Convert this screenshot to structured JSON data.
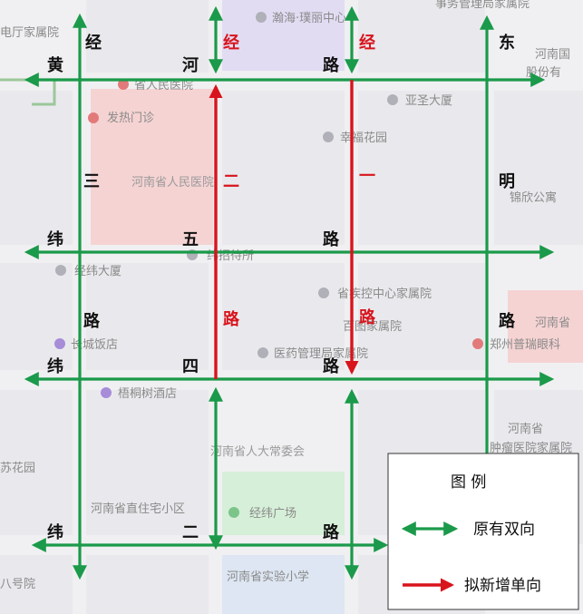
{
  "colors": {
    "two_way": "#1a9a4a",
    "new_one_way": "#d8141c",
    "label_black": "#111111",
    "label_red": "#d8141c",
    "block_red": "#f6d3d3",
    "block_green": "#d6efd8",
    "block_purple": "#e2dcf3",
    "road_gray": "#ffffff"
  },
  "road_labels": {
    "huanghe": [
      "黄",
      "河",
      "路"
    ],
    "weiwu": [
      "纬",
      "五",
      "路"
    ],
    "weisi": [
      "纬",
      "四",
      "路"
    ],
    "weier": [
      "纬",
      "二",
      "路"
    ],
    "jingsan": [
      "经",
      "三",
      "路"
    ],
    "jingsan_top": "经",
    "dongming": [
      "东",
      "明",
      "路"
    ],
    "jinger": [
      "经",
      "二",
      "路"
    ],
    "jingyi": [
      "经",
      "一",
      "路"
    ]
  },
  "poi": {
    "hanhai": "瀚海·璞丽中心",
    "top_right": "事务管理局家属院",
    "top_left": "电厅家属院",
    "renmin_hospital": "省人民医院",
    "fever": "发热门诊",
    "henan_renmin": "河南省人民医院",
    "yasheng": "亚圣大厦",
    "xingfu": "幸福花园",
    "jinxin": "锦欣公寓",
    "henan_guo": "河南国",
    "gushi": "股份有",
    "zhaodaisuo": "纬招待所",
    "jingfeng": "经纬大厦",
    "shengjikong": "省疾控中心家属院",
    "baihua": "百图家属院",
    "changcheng": "长城饭店",
    "yiyao": "医药管理局家属院",
    "zhengzhou": "郑州普瑞眼科",
    "henan_sheng": "河南省",
    "wutong": "梧桐树酒店",
    "renda": "河南省人大常委会",
    "zhongliu": "肿瘤医院家属院",
    "huayuan": "苏花园",
    "zhizhu": "河南省直住宅小区",
    "jingwei_square": "经纬广场",
    "shiyan": "河南省实验小学",
    "bahao": "八号院",
    "henan_right": "河南省"
  },
  "legend": {
    "title": "图  例",
    "two_way_label": "原有双向",
    "one_way_label": "拟新增单向"
  }
}
